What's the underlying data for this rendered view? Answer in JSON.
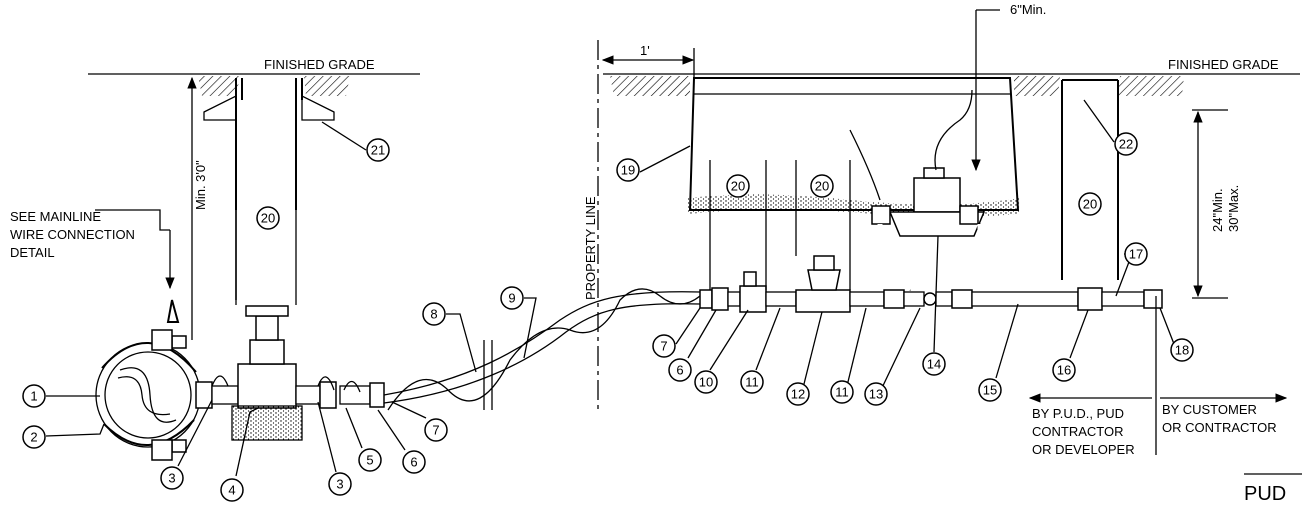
{
  "labels": {
    "finished_grade_left": "FINISHED GRADE",
    "finished_grade_right": "FINISHED GRADE",
    "min_depth": "Min. 3'0\"",
    "mainline_1": "SEE MAINLINE",
    "mainline_2": "WIRE CONNECTION",
    "mainline_3": "DETAIL",
    "property_line": "PROPERTY LINE",
    "one_foot": "1'",
    "six_min": "6\"Min.",
    "depth_min": "24\"Min.",
    "depth_max": "30\"Max.",
    "by_pud_1": "BY P.U.D., PUD",
    "by_pud_2": "CONTRACTOR",
    "by_pud_3": "OR DEVELOPER",
    "by_customer_1": "BY CUSTOMER",
    "by_customer_2": "OR CONTRACTOR",
    "title_fragment": "PUD"
  },
  "callouts": {
    "c1": "1",
    "c2": "2",
    "c3a": "3",
    "c3b": "3",
    "c4": "4",
    "c5": "5",
    "c6a": "6",
    "c6b": "6",
    "c7a": "7",
    "c7b": "7",
    "c8": "8",
    "c9": "9",
    "c10": "10",
    "c11a": "11",
    "c11b": "11",
    "c12": "12",
    "c13": "13",
    "c14": "14",
    "c15": "15",
    "c16": "16",
    "c17": "17",
    "c18": "18",
    "c19": "19",
    "c20a": "20",
    "c20b": "20",
    "c20c": "20",
    "c20d": "20",
    "c21": "21",
    "c22": "22"
  }
}
